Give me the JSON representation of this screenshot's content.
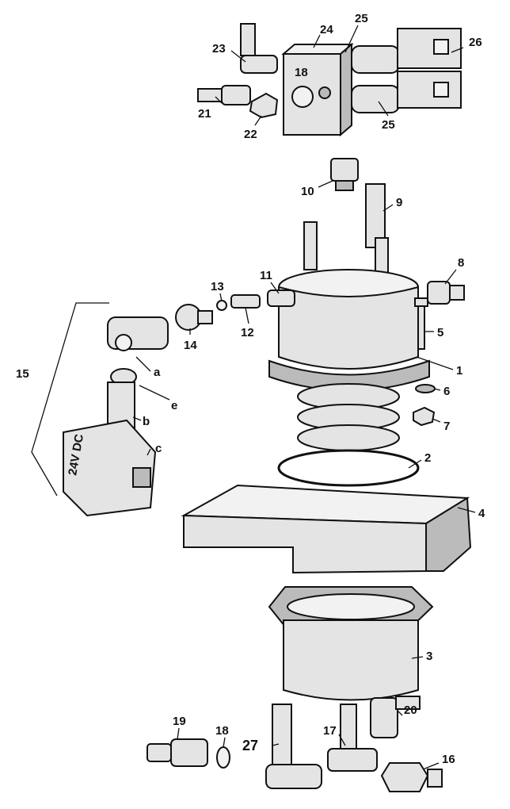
{
  "labels": {
    "p23": "23",
    "p24": "24",
    "p25a": "25",
    "p26": "26",
    "p18a": "18",
    "p21": "21",
    "p22": "22",
    "p25b": "25",
    "p10": "10",
    "p9": "9",
    "p8": "8",
    "p11": "11",
    "p13": "13",
    "p14": "14",
    "p12": "12",
    "p5": "5",
    "p1": "1",
    "p15": "15",
    "pa": "a",
    "pe": "e",
    "pb": "b",
    "pc": "c",
    "p6": "6",
    "p7": "7",
    "p2": "2",
    "p4": "4",
    "p3": "3",
    "p19": "19",
    "p18b": "18",
    "p27": "27",
    "p17": "17",
    "p20": "20",
    "p16": "16"
  },
  "colors": {
    "line": "#111111",
    "fill": "#e4e4e4",
    "background": "#ffffff"
  }
}
